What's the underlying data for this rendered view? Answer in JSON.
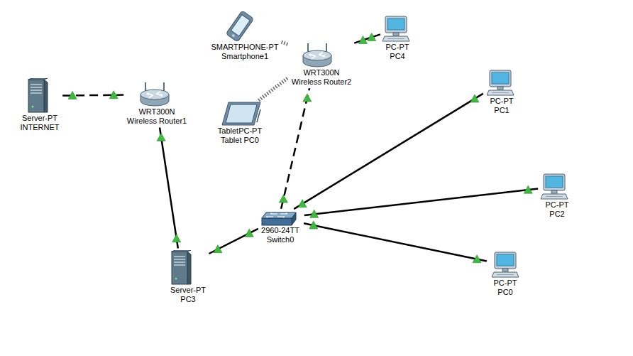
{
  "diagram": {
    "nodes": [
      {
        "text": [
          "SMARTPHONE-PT",
          "Smartphone1"
        ]
      },
      {
        "text": [
          "WRT300N",
          "Wireless Router2"
        ]
      },
      {
        "text": [
          "PC-PT",
          "PC4"
        ]
      },
      {
        "text": [
          "Server-PT",
          "INTERNET"
        ]
      },
      {
        "text": [
          "WRT300N",
          "Wireless Router1"
        ]
      },
      {
        "text": [
          "PC-PT",
          "PC1"
        ]
      },
      {
        "text": [
          "TabletPC-PT",
          "Tablet PC0"
        ]
      },
      {
        "text": [
          "PC-PT",
          "PC2"
        ]
      },
      {
        "text": [
          "2960-24TT",
          "Switch0"
        ]
      },
      {
        "text": [
          "PC-PT",
          "PC0"
        ]
      },
      {
        "text": [
          "Server-PT",
          "PC3"
        ]
      }
    ],
    "edges": [
      {
        "from": 3,
        "to": 4,
        "arrow": "none"
      },
      {
        "from": 4,
        "to": 10,
        "arrow": "none"
      },
      {
        "from": 10,
        "to": 8,
        "arrow": "none"
      },
      {
        "from": 8,
        "to": 1,
        "arrow": "none"
      },
      {
        "from": 8,
        "to": 5,
        "arrow": "none"
      },
      {
        "from": 8,
        "to": 7,
        "arrow": "none"
      },
      {
        "from": 8,
        "to": 9,
        "arrow": "none"
      },
      {
        "from": 1,
        "to": 2,
        "arrow": "none"
      },
      {
        "from": 0,
        "to": 1,
        "arrow": "none"
      },
      {
        "from": 6,
        "to": 1,
        "arrow": "none"
      }
    ]
  }
}
